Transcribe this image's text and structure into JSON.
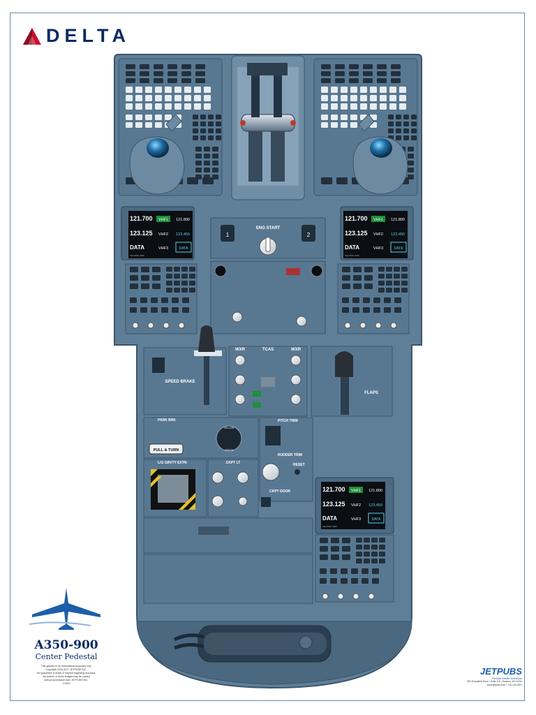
{
  "brand": {
    "name": "DELTA",
    "color": "#c8102e",
    "navy": "#0b2a63"
  },
  "colors": {
    "panel": "#5f7f98",
    "panel_dark": "#47637a",
    "panel_edge": "#3b556b",
    "screen": "#0b0f14",
    "cyan": "#5ad0e6",
    "green": "#3bd65a",
    "knob": "#e8edf1"
  },
  "radio_left": {
    "r1_freq": "121.700",
    "r1_label": "VHF1",
    "r1_sby": "121.800",
    "r2_freq": "123.125",
    "r2_label": "VHF2",
    "r2_sby": "123.450",
    "r3_freq": "DATA",
    "r3_label": "VHF3",
    "r3_sby": "DATA",
    "foot": "SQUAWK 2000"
  },
  "radio_right": {
    "r1_freq": "121.700",
    "r1_label": "VHF1",
    "r1_sby": "121.800",
    "r2_freq": "123.125",
    "r2_label": "VHF2",
    "r2_sby": "123.450",
    "r3_freq": "DATA",
    "r3_label": "VHF3",
    "r3_sby": "DATA",
    "foot": "SQUAWK 2000"
  },
  "radio_lower": {
    "r1_freq": "121.700",
    "r1_label": "VHF1",
    "r1_sby": "121.800",
    "r2_freq": "123.125",
    "r2_label": "VHF2",
    "r2_sby": "123.450",
    "r3_freq": "DATA",
    "r3_label": "VHF3",
    "r3_sby": "DATA",
    "foot": "SQUAWK 2000"
  },
  "labels": {
    "eng_start": "ENG START",
    "eng1": "1",
    "eng2": "2",
    "speed_brake": "SPEED BRAKE",
    "flaps": "FLAPS",
    "tcas": "TCAS",
    "wxr_left": "WXR",
    "wxr_right": "WXR",
    "park_brk": "PARK BRK",
    "pull_turn": "PULL & TURN",
    "pitch_trim": "PITCH TRIM",
    "rudder_trim": "RUDDER TRIM",
    "reset": "RESET",
    "lg_grvty": "L/G GRVTY EXTN",
    "cockpit_lt": "CKPT LT",
    "cockpit_door": "CKPT DOOR",
    "yellow": "YELLOW",
    "green": "GREEN"
  },
  "footer": {
    "model": "A350-900",
    "subtitle": "Center Pedestal",
    "fine_print": [
      "This graphic is for instructional purposes only.",
      "Copyright 2016-2017 JETPUBS INC.",
      "No guarantee is made or implied regarding accuracy.",
      "No portion of these images may be copied",
      "without permission from JETPUBS INC.",
      "2.0000"
    ],
    "publisher": "JETPUBS",
    "publisher_tag": "Flexible Media Solutions",
    "publisher_addr": "900 Grassfield Drive • Suite 110 • Hudson, WI 01234",
    "publisher_web": "www.jetpubs.com • 715.123.4321"
  }
}
